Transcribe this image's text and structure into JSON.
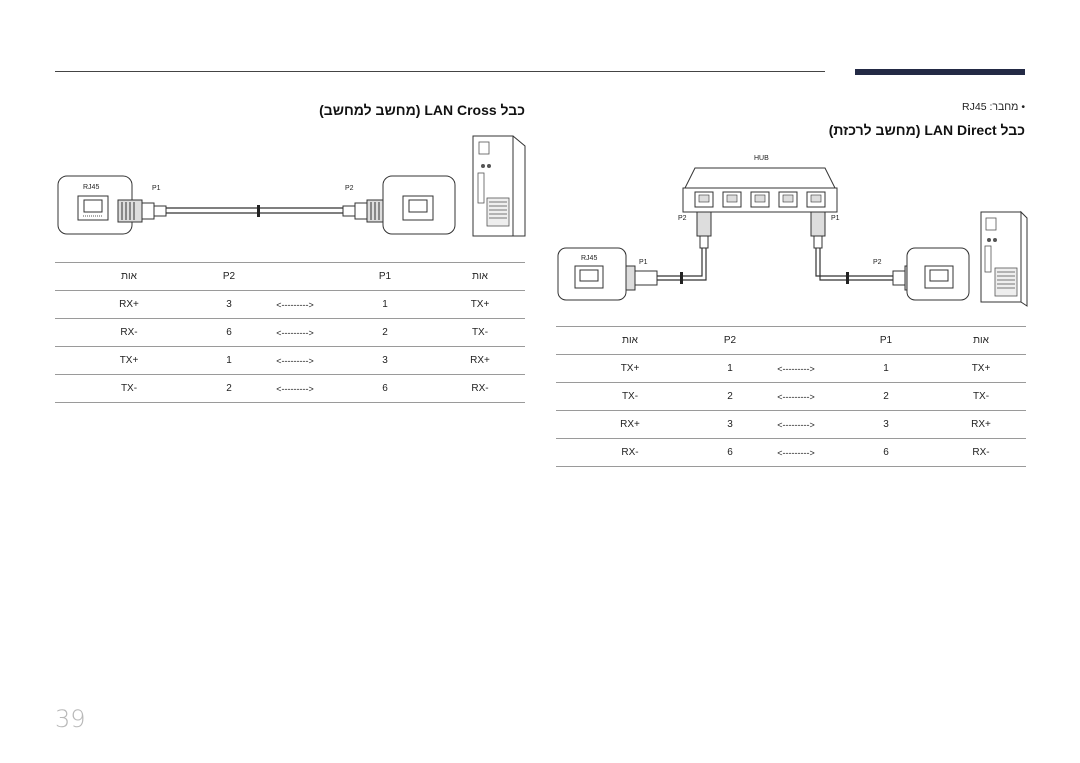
{
  "header": {
    "section_indicator": ""
  },
  "left": {
    "heading": "כבל LAN Cross (מחשב למחשב)",
    "diagram": {
      "rj45": "RJ45",
      "p1": "P1",
      "p2": "P2"
    },
    "table": {
      "header": {
        "signal_left": "אות",
        "p2": "P2",
        "arrow": "",
        "p1": "P1",
        "signal_right": "אות"
      },
      "rows": [
        {
          "signal_left": "RX+",
          "p2": "3",
          "arrow": "<--------->",
          "p1": "1",
          "signal_right": "TX+"
        },
        {
          "signal_left": "RX-",
          "p2": "6",
          "arrow": "<--------->",
          "p1": "2",
          "signal_right": "TX-"
        },
        {
          "signal_left": "TX+",
          "p2": "1",
          "arrow": "<--------->",
          "p1": "3",
          "signal_right": "RX+"
        },
        {
          "signal_left": "TX-",
          "p2": "2",
          "arrow": "<--------->",
          "p1": "6",
          "signal_right": "RX-"
        }
      ]
    }
  },
  "right": {
    "bullet": "• מחבר: RJ45",
    "heading": "כבל LAN Direct (מחשב לרכזת)",
    "diagram": {
      "hub": "HUB",
      "rj45": "RJ45",
      "p1_left": "P1",
      "p2_right": "P2",
      "p2_hub": "P2",
      "p1_hub": "P1"
    },
    "table": {
      "header": {
        "signal_left": "אות",
        "p2": "P2",
        "arrow": "",
        "p1": "P1",
        "signal_right": "אות"
      },
      "rows": [
        {
          "signal_left": "TX+",
          "p2": "1",
          "arrow": "<--------->",
          "p1": "1",
          "signal_right": "TX+"
        },
        {
          "signal_left": "TX-",
          "p2": "2",
          "arrow": "<--------->",
          "p1": "2",
          "signal_right": "TX-"
        },
        {
          "signal_left": "RX+",
          "p2": "3",
          "arrow": "<--------->",
          "p1": "3",
          "signal_right": "RX+"
        },
        {
          "signal_left": "RX-",
          "p2": "6",
          "arrow": "<--------->",
          "p1": "6",
          "signal_right": "RX-"
        }
      ]
    }
  },
  "footer": {
    "page_number": "39"
  }
}
